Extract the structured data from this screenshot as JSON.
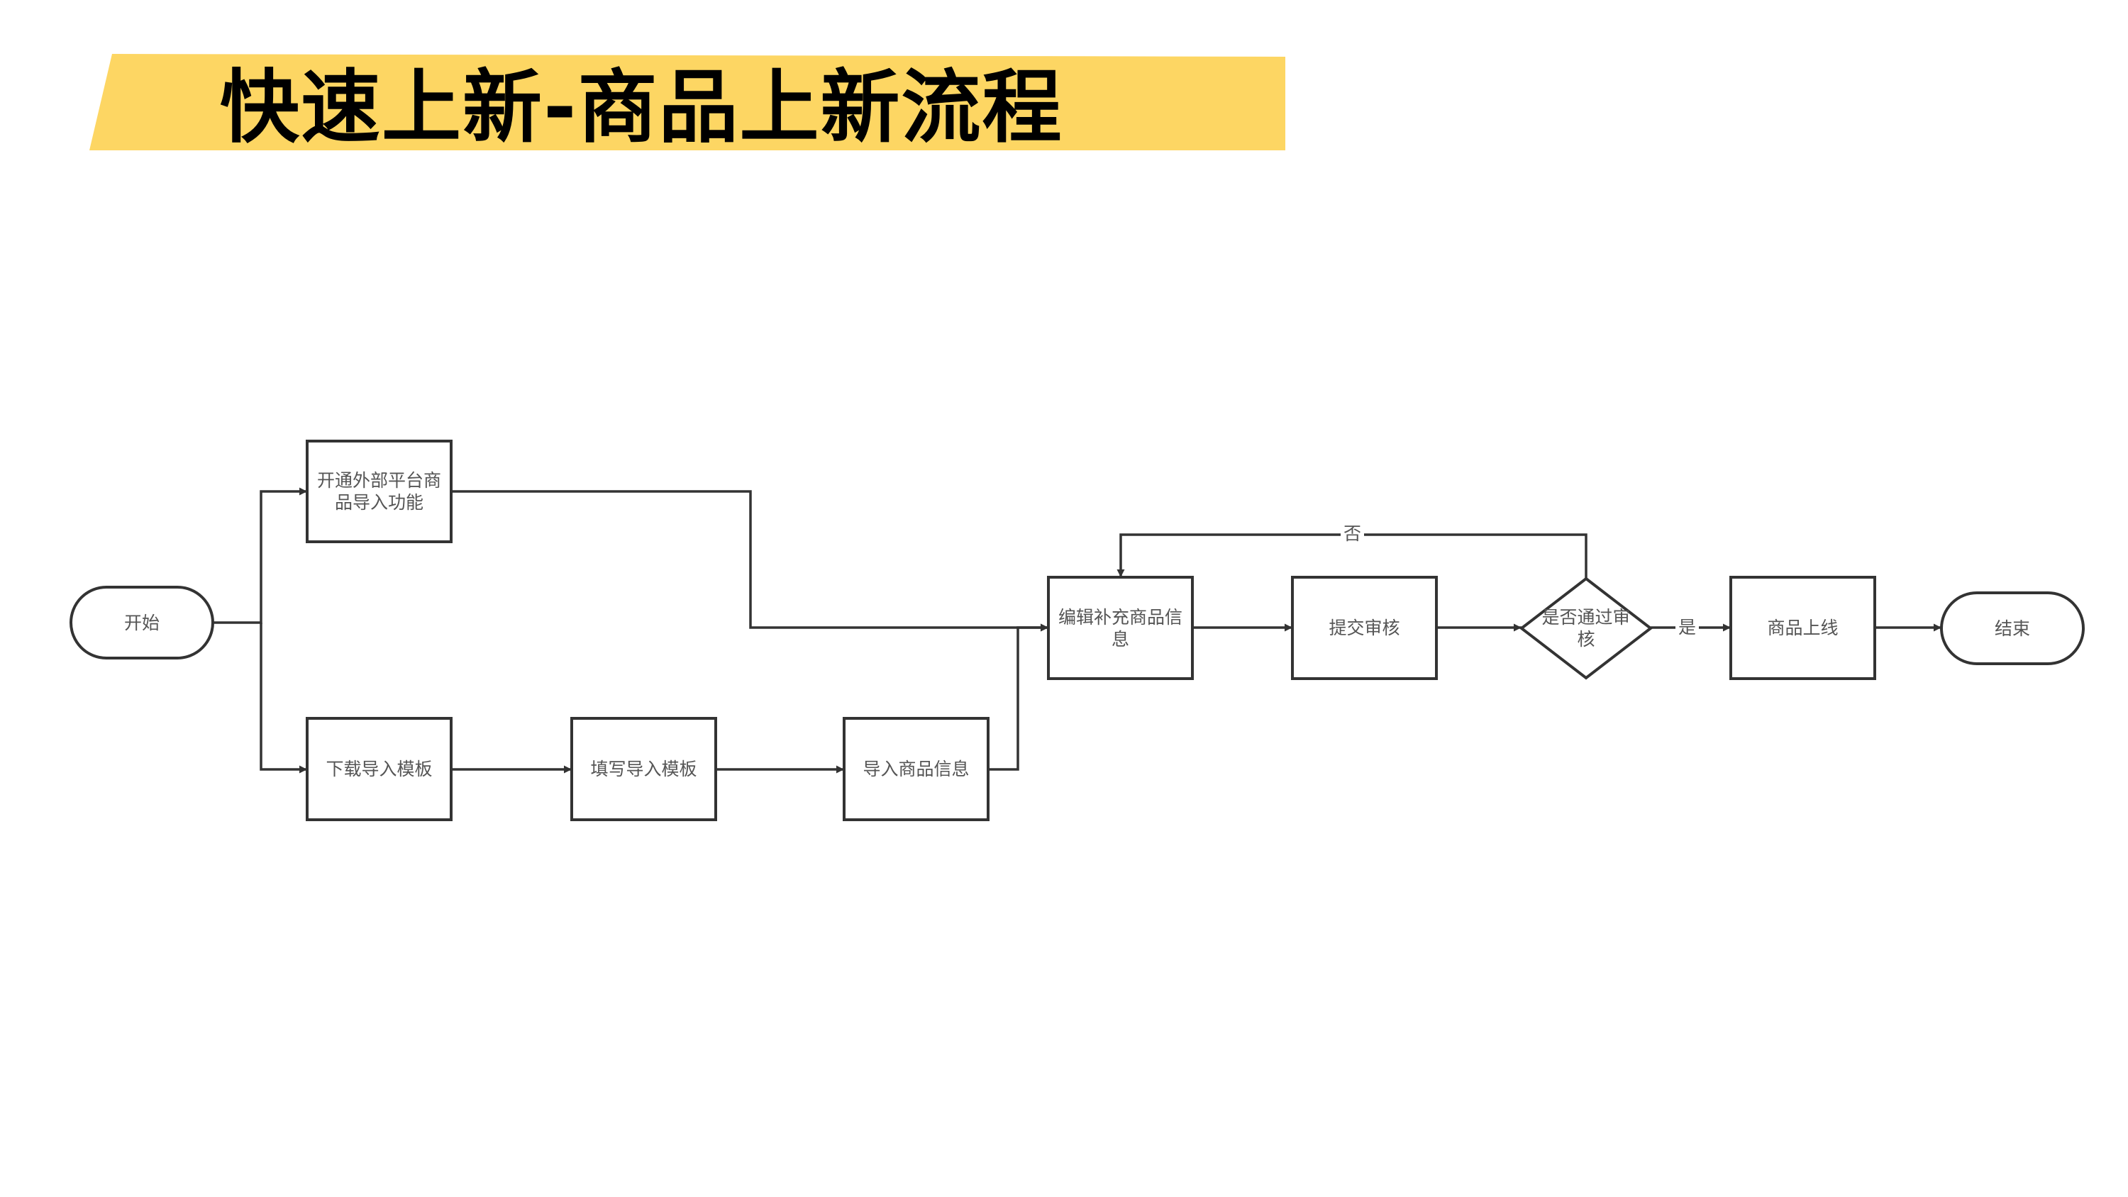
{
  "title": "快速上新-商品上新流程",
  "colors": {
    "banner": "#FDD663",
    "stroke": "#333333",
    "text": "#555555"
  },
  "nodes": {
    "start": "开始",
    "open_import": "开通外部平台商品导入功能",
    "download_template": "下载导入模板",
    "fill_template": "填写导入模板",
    "import_info": "导入商品信息",
    "edit_info": "编辑补充商品信息",
    "submit_review": "提交审核",
    "pass_review": "是否通过审核",
    "go_online": "商品上线",
    "end": "结束"
  },
  "edges": {
    "no": "否",
    "yes": "是"
  }
}
